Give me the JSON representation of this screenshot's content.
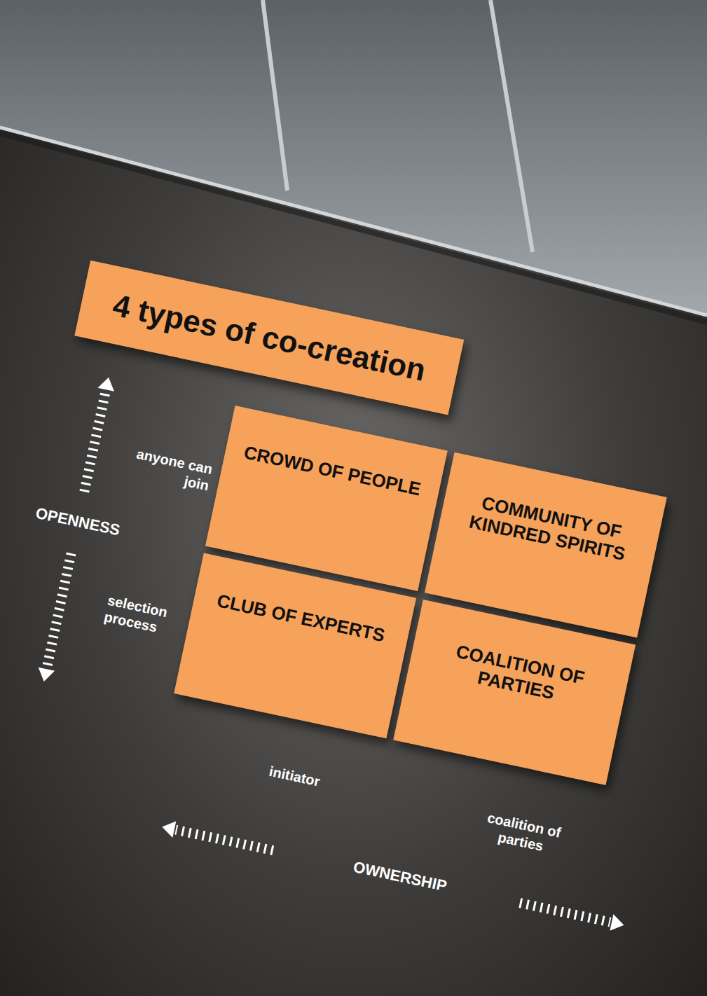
{
  "diagram": {
    "title": "4 types of co-creation",
    "nodes": [
      {
        "text": [
          "CROWD OF PEOPLE"
        ]
      },
      {
        "text": [
          "COMMUNITY OF KINDRED SPIRITS"
        ]
      },
      {
        "text": [
          "CLUB OF EXPERTS"
        ]
      },
      {
        "text": [
          "COALITION OF PARTIES"
        ]
      }
    ],
    "labels": [
      "anyone can join",
      "OPENNESS",
      "selection process",
      "initiator",
      "coalition of parties",
      "OWNERSHIP"
    ]
  }
}
